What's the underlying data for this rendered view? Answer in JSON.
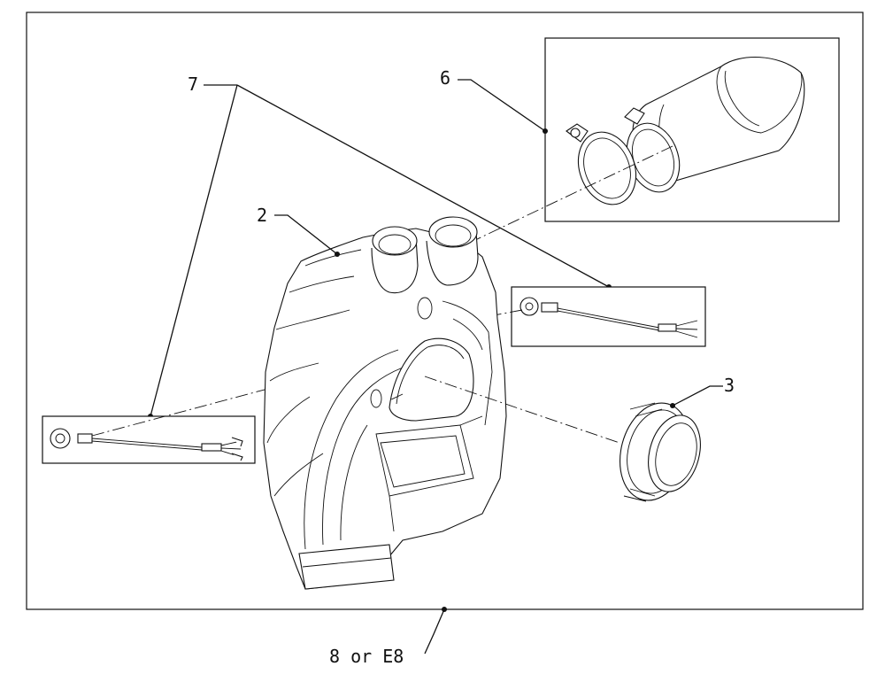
{
  "callouts": {
    "item_7": "7",
    "item_6": "6",
    "item_2": "2",
    "item_3": "3",
    "item_8": "8 or E8"
  },
  "colors": {
    "line": "#111111",
    "background": "#ffffff"
  }
}
